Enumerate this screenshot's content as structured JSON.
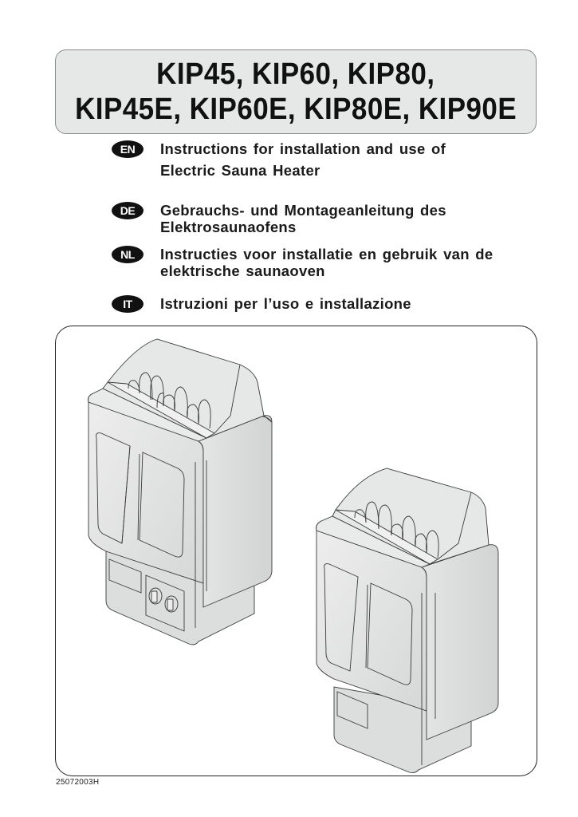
{
  "title": {
    "line1": "KIP45, KIP60, KIP80,",
    "line2": "KIP45E, KIP60E, KIP80E, KIP90E"
  },
  "languages": [
    {
      "code": "EN",
      "lines": [
        "Instructions for installation and use of",
        "Electric Sauna Heater"
      ]
    },
    {
      "code": "DE",
      "lines": [
        "Gebrauchs- und Montageanleitung des",
        "Elektrosaunaofens"
      ]
    },
    {
      "code": "NL",
      "lines": [
        "Instructies voor installatie en gebruik van de",
        "elektrische saunaoven"
      ]
    },
    {
      "code": "IT",
      "lines": [
        "Istruzioni per l’uso e installazione"
      ]
    }
  ],
  "illustration": {
    "items": [
      {
        "label": "sauna-heater-with-control-panel",
        "knobs": 2
      },
      {
        "label": "sauna-heater-without-controls",
        "knobs": 0
      }
    ]
  },
  "footer": {
    "document_code": "25072003H"
  },
  "colors": {
    "title_bg": "#e6e7e7",
    "badge_bg": "#111111",
    "heater_fill": "#e2e3e3",
    "line": "#333333"
  }
}
